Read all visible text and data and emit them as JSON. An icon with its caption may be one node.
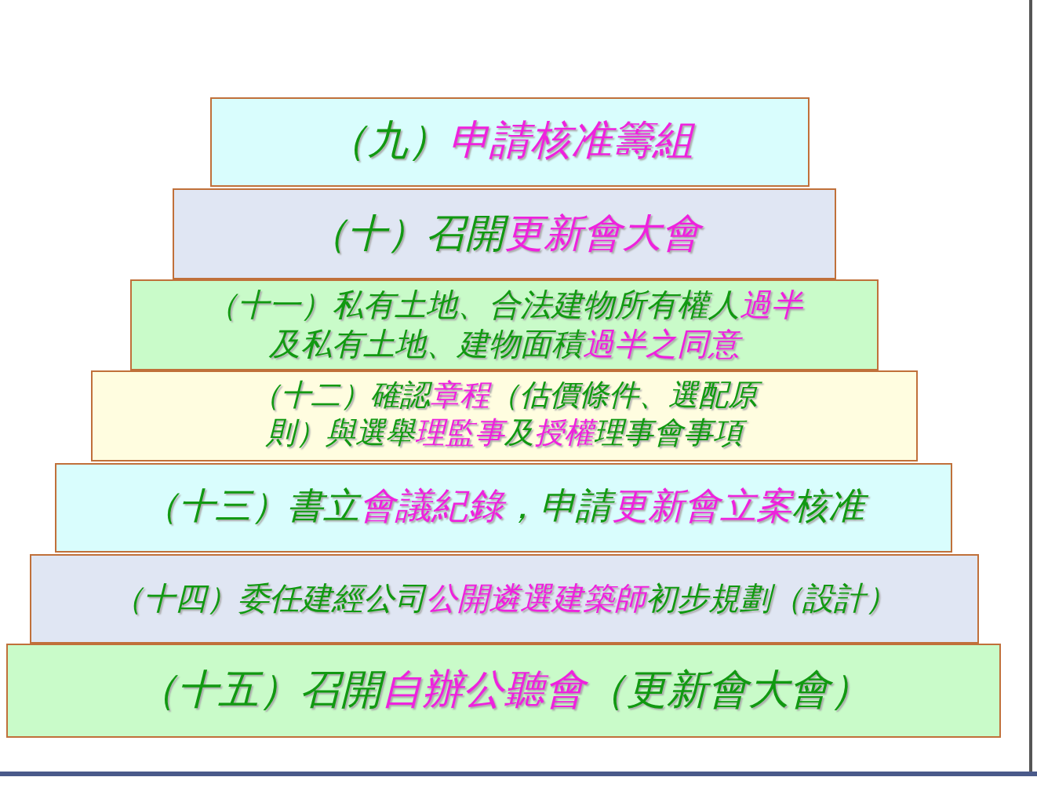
{
  "diagram": {
    "nodes": [
      {
        "text": [
          "（九）**申請核准籌組**"
        ]
      },
      {
        "text": [
          "（十）召開**更新會大會**"
        ]
      },
      {
        "text": [
          "（十一）私有土地、合法建物所有權人**過半**及私有土地、建物面積**過半之同意**"
        ]
      },
      {
        "text": [
          "（十二）確認**章程**（*估價條件、選配原則*）與選舉**理監事**及**授權**理事會事項"
        ]
      },
      {
        "text": [
          "（十三）書立**會議紀錄**，申請**更新會立案**核准"
        ]
      },
      {
        "text": [
          "（十四）委任建經公司**公開遴選建築師**初步規劃（*設計*）"
        ]
      },
      {
        "text": [
          "（十五）召開**自辦公聽會**（*更新會大會*）"
        ]
      }
    ]
  }
}
